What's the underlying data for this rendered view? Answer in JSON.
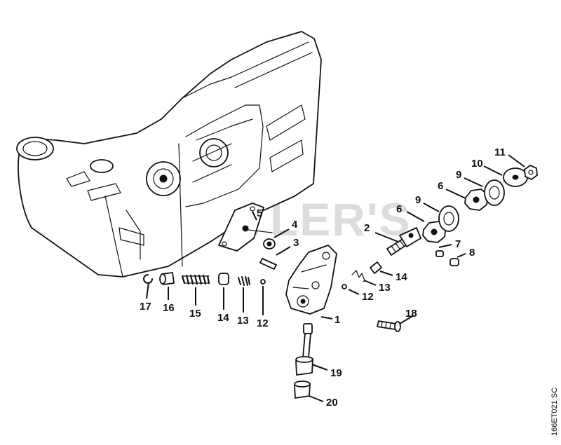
{
  "watermark": "CUTLER'S",
  "drawing_code": "166ET021 SC",
  "callouts": [
    {
      "id": "1",
      "label": "1"
    },
    {
      "id": "2",
      "label": "2"
    },
    {
      "id": "3",
      "label": "3"
    },
    {
      "id": "4",
      "label": "4"
    },
    {
      "id": "5",
      "label": "5"
    },
    {
      "id": "6a",
      "label": "6"
    },
    {
      "id": "6b",
      "label": "6"
    },
    {
      "id": "7",
      "label": "7"
    },
    {
      "id": "8",
      "label": "8"
    },
    {
      "id": "9a",
      "label": "9"
    },
    {
      "id": "9b",
      "label": "9"
    },
    {
      "id": "10",
      "label": "10"
    },
    {
      "id": "11",
      "label": "11"
    },
    {
      "id": "12a",
      "label": "12"
    },
    {
      "id": "12b",
      "label": "12"
    },
    {
      "id": "13a",
      "label": "13"
    },
    {
      "id": "13b",
      "label": "13"
    },
    {
      "id": "14a",
      "label": "14"
    },
    {
      "id": "14b",
      "label": "14"
    },
    {
      "id": "15",
      "label": "15"
    },
    {
      "id": "16",
      "label": "16"
    },
    {
      "id": "17",
      "label": "17"
    },
    {
      "id": "18",
      "label": "18"
    },
    {
      "id": "19",
      "label": "19"
    },
    {
      "id": "20",
      "label": "20"
    }
  ]
}
